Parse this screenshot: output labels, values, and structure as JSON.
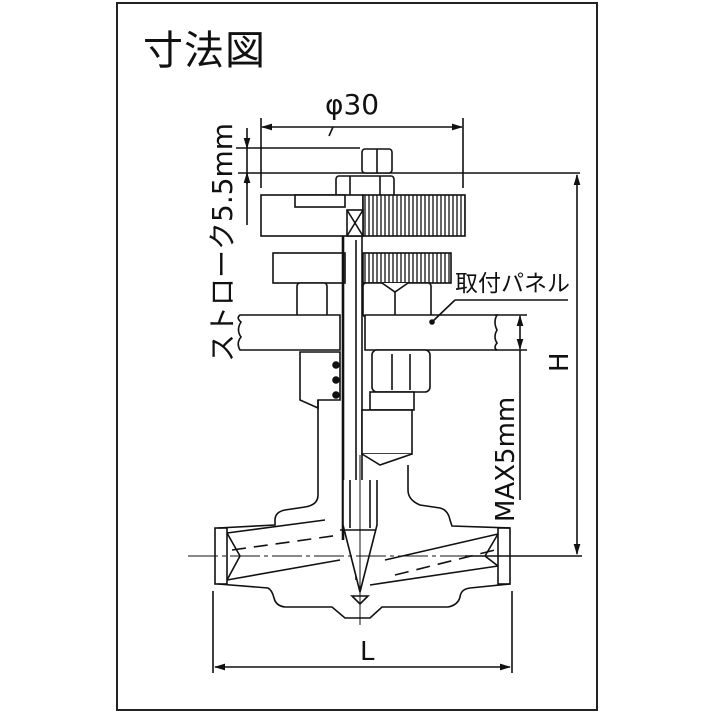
{
  "title": "寸法図",
  "labels": {
    "diameter": "φ30",
    "stroke": "ストローク5.5mm",
    "panel": "取付パネル",
    "panel_thickness": "MAX5mm",
    "height": "H",
    "length": "L"
  },
  "colors": {
    "line": "#111111",
    "background": "#ffffff"
  }
}
